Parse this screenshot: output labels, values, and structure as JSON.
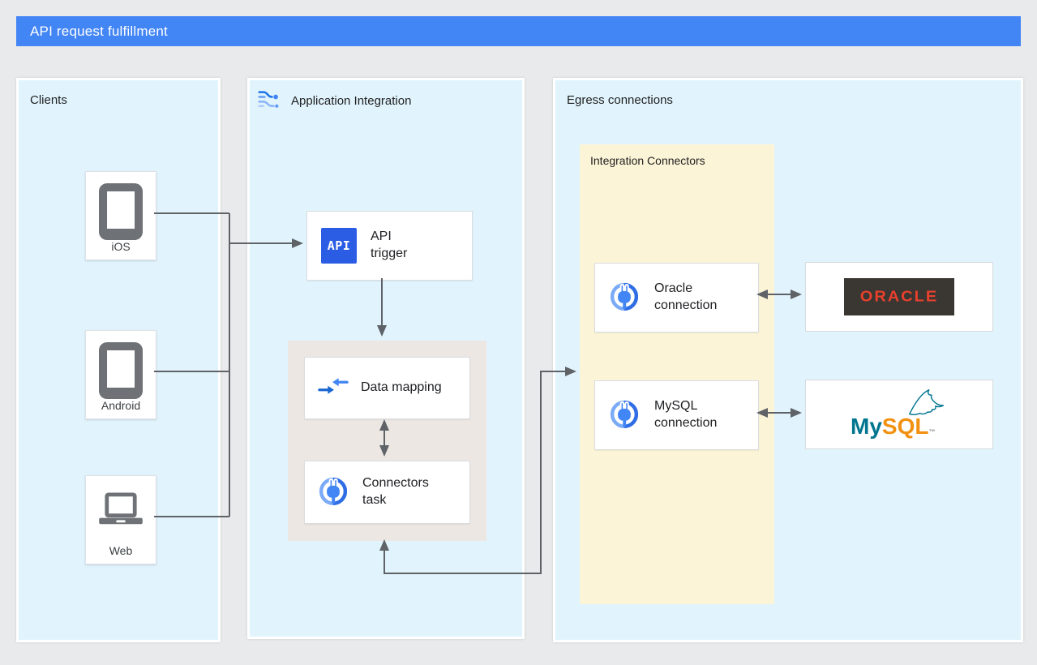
{
  "header": {
    "title": "API request fulfillment"
  },
  "panels": {
    "clients": {
      "title": "Clients",
      "items": [
        {
          "label": "iOS",
          "icon": "smartphone-icon"
        },
        {
          "label": "Android",
          "icon": "smartphone-icon"
        },
        {
          "label": "Web",
          "icon": "laptop-icon"
        }
      ]
    },
    "application_integration": {
      "title": "Application Integration",
      "icon": "application-integration-icon",
      "api_trigger": {
        "badge": "API",
        "label": "API trigger"
      },
      "process_group": {
        "data_mapping": {
          "label": "Data mapping",
          "icon": "data-mapping-icon"
        },
        "connectors_task": {
          "label": "Connectors task",
          "icon": "integration-connectors-icon"
        }
      }
    },
    "egress": {
      "title": "Egress connections",
      "integration_connectors": {
        "title": "Integration Connectors",
        "nodes": [
          {
            "label": "Oracle connection",
            "icon": "integration-connectors-icon"
          },
          {
            "label": "MySQL connection",
            "icon": "integration-connectors-icon"
          }
        ]
      },
      "databases": [
        {
          "name": "oracle-logo",
          "label": "ORACLE"
        },
        {
          "name": "mysql-logo",
          "label_my": "My",
          "label_sql": "SQL",
          "trademark": "™"
        }
      ]
    }
  },
  "colors": {
    "header_bg": "#4285f4",
    "panel_bg": "#e1f4fd",
    "connectors_zone_bg": "#fcf4d7",
    "process_group_bg": "#ece7e3",
    "connector_line": "#5f6368",
    "icon_blue": "#4285f4",
    "icon_blue_light": "#7baaf7",
    "api_badge_bg": "#2a5ce4",
    "oracle_red": "#e8402d",
    "oracle_dark": "#3a3632",
    "mysql_teal": "#00758f",
    "mysql_orange": "#f29111",
    "device_gray": "#6e7276"
  }
}
